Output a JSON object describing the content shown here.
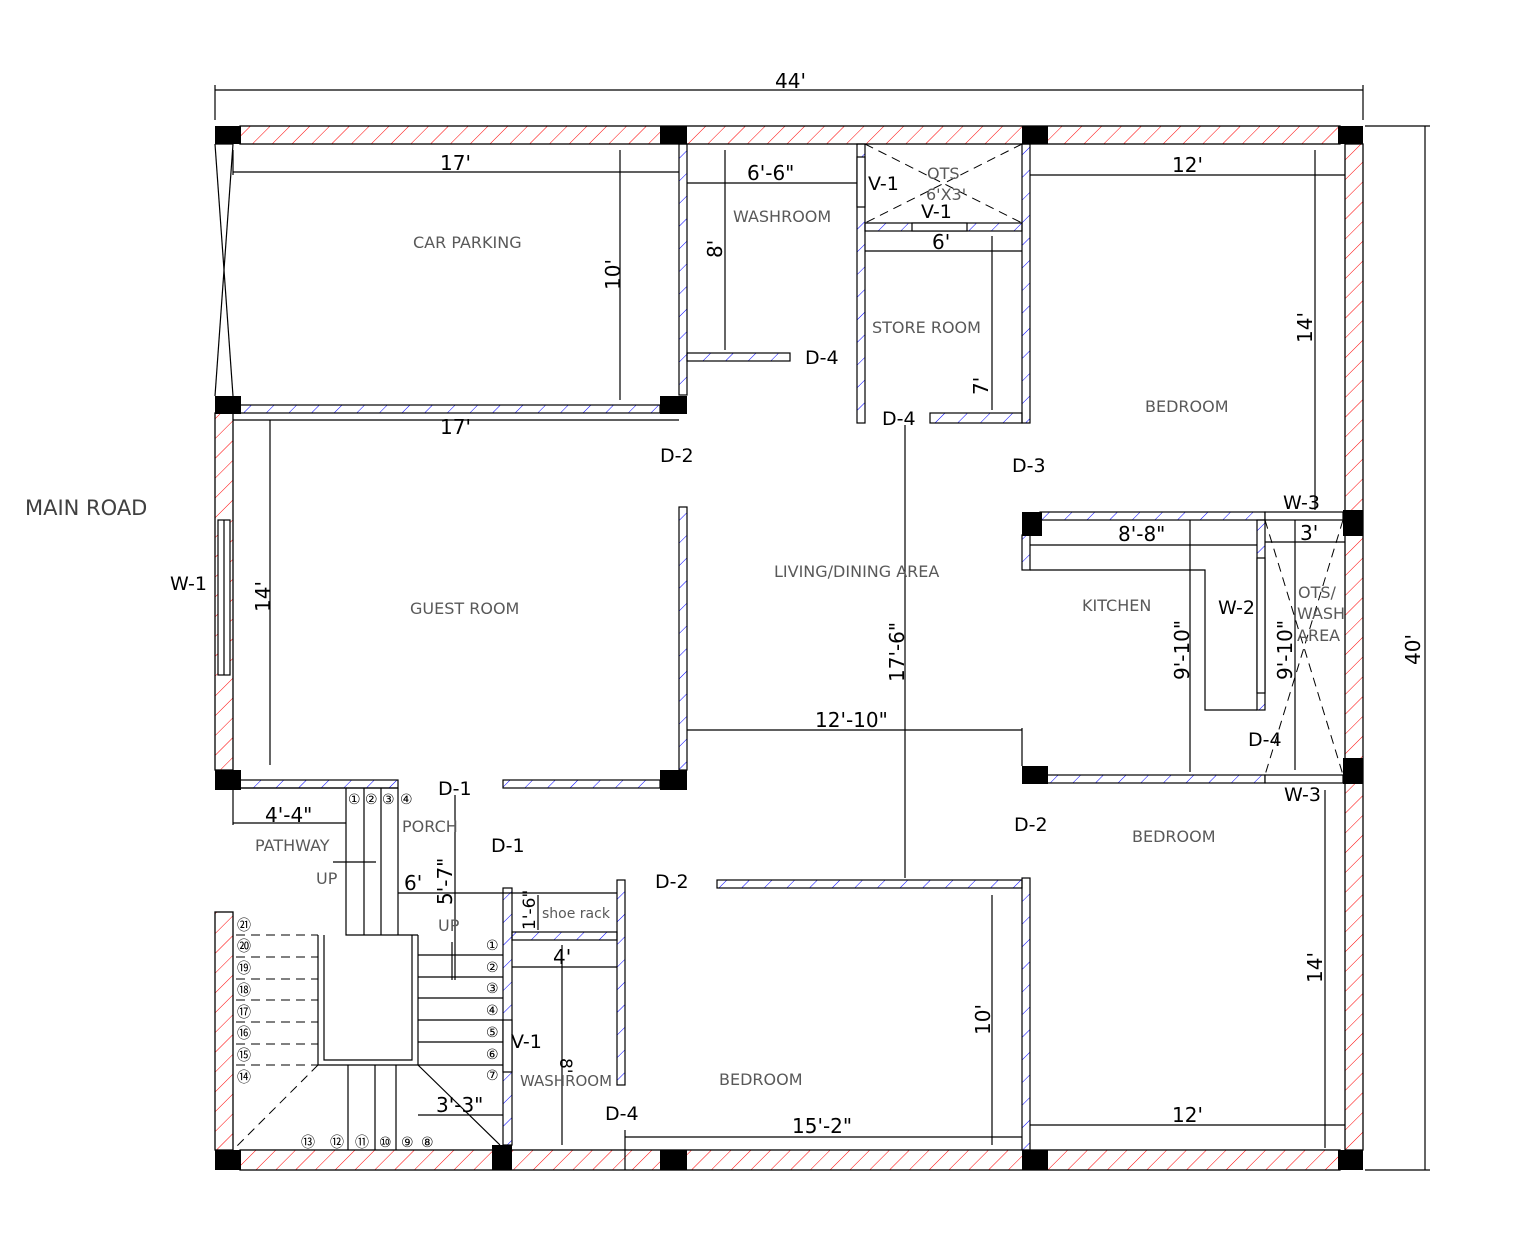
{
  "overall": {
    "width_label": "44'",
    "depth_label": "40'"
  },
  "site": {
    "road_label": "MAIN ROAD"
  },
  "rooms": {
    "car_parking": "CAR PARKING",
    "washroom_top": "WASHROOM",
    "ots_top": "OTS",
    "ots_top_size": "6'X3'",
    "store_room": "STORE ROOM",
    "bedroom_top_right": "BEDROOM",
    "guest_room": "GUEST ROOM",
    "living_dining": "LIVING/DINING AREA",
    "kitchen": "KITCHEN",
    "ots_wash_1": "OTS/",
    "ots_wash_2": "WASH",
    "ots_wash_3": "AREA",
    "pathway": "PATHWAY",
    "porch": "PORCH",
    "shoe_rack": "shoe rack",
    "washroom_bottom": "WASHROOM",
    "bedroom_bottom": "BEDROOM",
    "bedroom_bottom_right": "BEDROOM"
  },
  "dimensions": {
    "car_w": "17'",
    "car_d": "10'",
    "wash_w": "6'-6\"",
    "wash_d": "8'",
    "store_w": "6'",
    "store_d": "7'",
    "bed_tr_w": "12'",
    "bed_tr_d": "14'",
    "guest_w": "17'",
    "guest_d": "14'",
    "living_w": "12'-10\"",
    "living_d": "17'-6\"",
    "kitchen_w": "8'-8\"",
    "kitchen_d": "9'-10\"",
    "ots_w": "3'",
    "ots_d": "9'-10\"",
    "pathway_w": "4'-4\"",
    "porch_d": "5'-7\"",
    "porch_w": "6'",
    "shoe_d": "1'-6\"",
    "wash_b_w": "4'",
    "wash_b_d": "8'",
    "landing": "3'-3\"",
    "bed_b_w": "15'-2\"",
    "bed_b_d": "10'",
    "bed_br_w": "12'",
    "bed_br_d": "14'"
  },
  "openings": {
    "v1_a": "V-1",
    "v1_b": "V-1",
    "v1_c": "V-1",
    "d4_a": "D-4",
    "d4_b": "D-4",
    "d4_c": "D-4",
    "d4_d": "D-4",
    "d2_a": "D-2",
    "d2_b": "D-2",
    "d2_c": "D-2",
    "d3": "D-3",
    "d1_a": "D-1",
    "d1_b": "D-1",
    "w1": "W-1",
    "w2": "W-2",
    "w3_a": "W-3",
    "w3_b": "W-3"
  },
  "stairs": {
    "up_a": "UP",
    "up_b": "UP",
    "porch_steps": [
      "①",
      "②",
      "③",
      "④"
    ],
    "flight_1": [
      "①",
      "②",
      "③",
      "④",
      "⑤",
      "⑥",
      "⑦"
    ],
    "flight_2": [
      "⑧",
      "⑨",
      "⑩",
      "⑪",
      "⑫",
      "⑬"
    ],
    "flight_3": [
      "⑭",
      "⑮",
      "⑯",
      "⑰",
      "⑱",
      "⑲",
      "⑳",
      "㉑"
    ]
  },
  "colors": {
    "exterior_hatch": "#ff0000",
    "interior_hatch": "#0000ff",
    "room_text": "#595959"
  }
}
